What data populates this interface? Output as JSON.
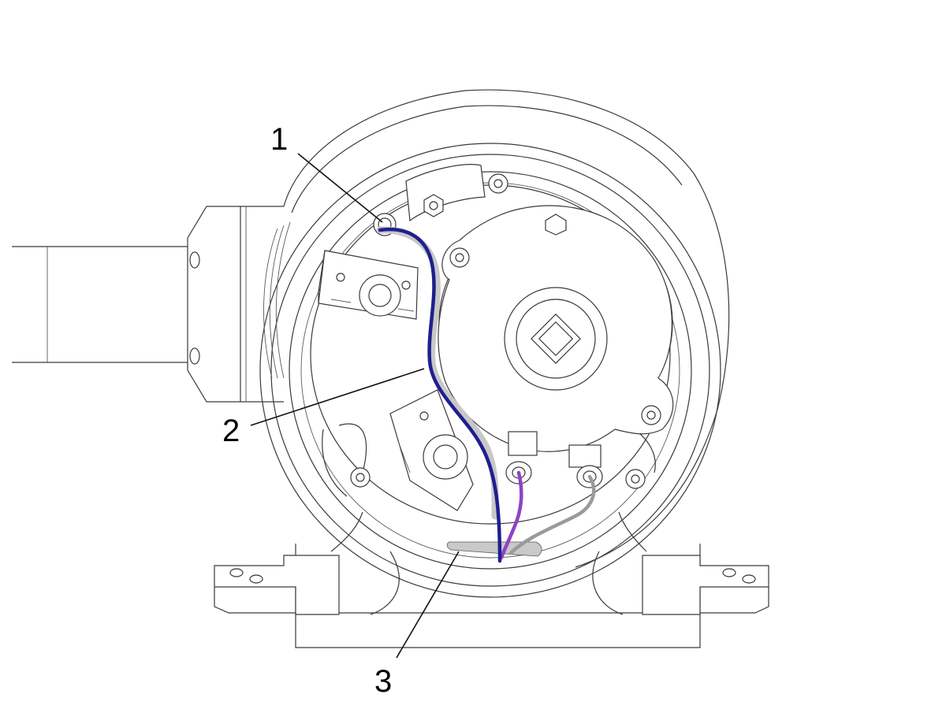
{
  "callouts": [
    {
      "label": "1"
    },
    {
      "label": "2"
    },
    {
      "label": "3"
    }
  ],
  "colors": {
    "blue_wire": "#1f1f8f",
    "purple_wire": "#8e44c1",
    "grey_wire": "#9a9a9a",
    "wire_shadow": "#c8c8c8",
    "terminal_block": "#c9c9c9",
    "line_art": "#3a3a3a"
  },
  "icons": {
    "hex_bolt": "hex-bolt-icon",
    "washer_screw": "screw-icon"
  }
}
